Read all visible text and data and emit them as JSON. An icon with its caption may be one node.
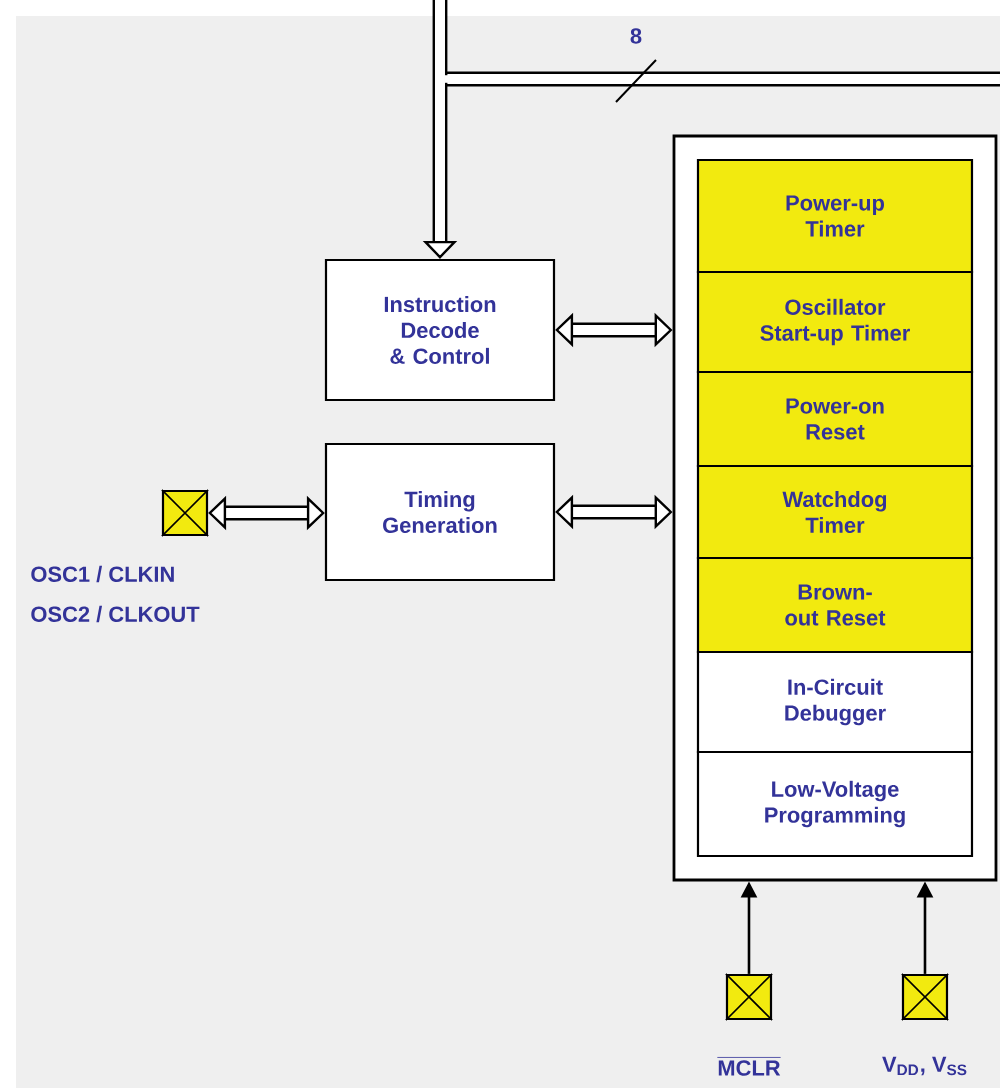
{
  "diagram": {
    "nodes": [
      {
        "text": [],
        "shape": "box"
      },
      {
        "text": [
          "Power-up Timer"
        ],
        "in": 0
      },
      {
        "text": [
          "Oscillator Start-up Timer"
        ],
        "in": 0
      },
      {
        "text": [
          "Power-on Reset"
        ],
        "in": 0
      },
      {
        "text": [
          "Watchdog Timer"
        ],
        "in": 0
      },
      {
        "text": [
          "Brown-out Reset"
        ],
        "in": 0
      },
      {
        "text": [
          "In-Circuit Debugger"
        ],
        "in": 0
      },
      {
        "text": [
          "Low-Voltage Programming"
        ],
        "in": 0
      },
      {
        "text": [
          "Instruction Decode & Control"
        ]
      },
      {
        "text": [
          "Timing Generation"
        ]
      },
      {
        "text": [],
        "shape": "box",
        "beside": [
          "OSC1 / CLKIN",
          "OSC2 / CLKOUT"
        ]
      },
      {
        "text": [],
        "shape": "box",
        "beside": [
          "MCLR"
        ]
      },
      {
        "text": [],
        "shape": "box",
        "beside": [
          "V$_{DD}$, V$_{SS}$"
        ]
      }
    ],
    "edges": [
      {
        "from": null,
        "to": 8,
        "arrow": "to"
      },
      {
        "from": 8,
        "to": 0,
        "arrow": "both"
      },
      {
        "from": 9,
        "to": 0,
        "arrow": "both"
      },
      {
        "from": 10,
        "to": 9,
        "arrow": "both"
      },
      {
        "from": 11,
        "to": 0,
        "arrow": "to"
      },
      {
        "from": 12,
        "to": 0,
        "arrow": "to"
      }
    ],
    "labels": [
      "8"
    ]
  }
}
